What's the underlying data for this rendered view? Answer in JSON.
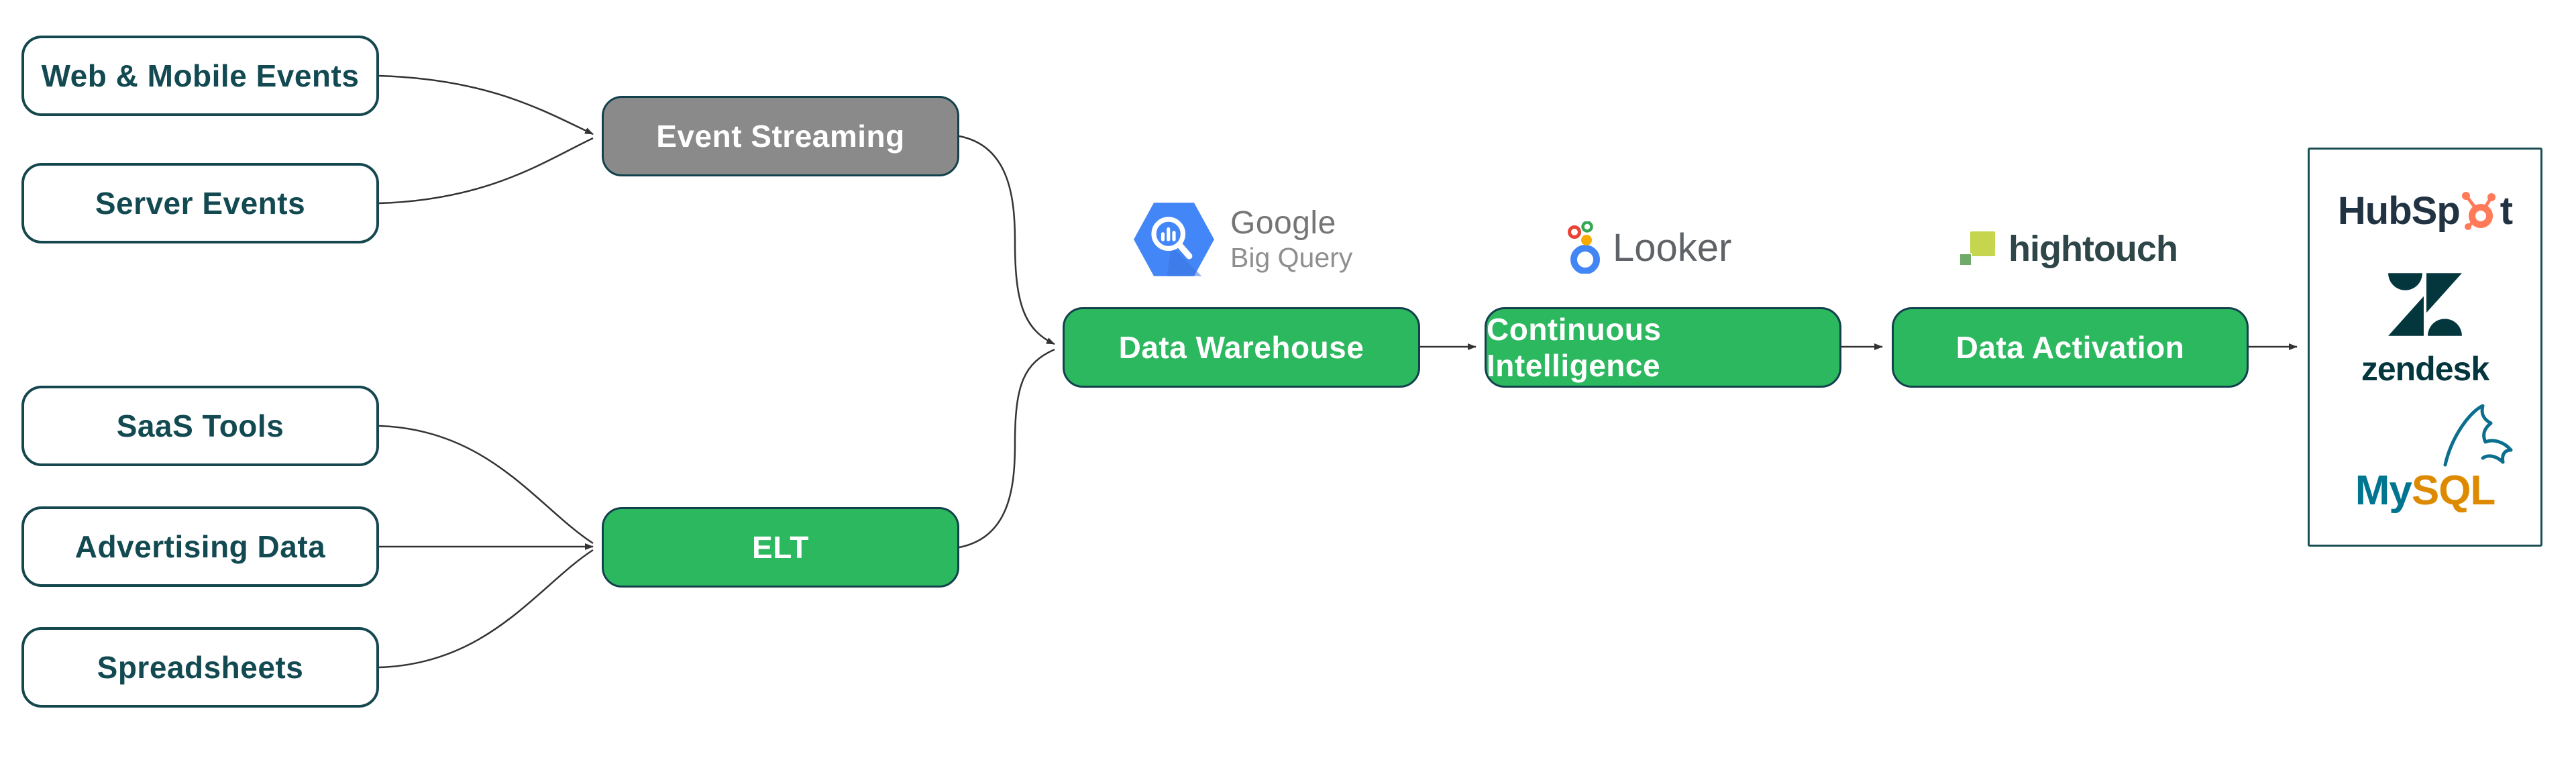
{
  "sources": {
    "events": [
      {
        "label": "Web & Mobile Events"
      },
      {
        "label": "Server Events"
      }
    ],
    "batch": [
      {
        "label": "SaaS Tools"
      },
      {
        "label": "Advertising Data"
      },
      {
        "label": "Spreadsheets"
      }
    ]
  },
  "ingestion": {
    "event_streaming": {
      "label": "Event Streaming"
    },
    "elt": {
      "label": "ELT"
    }
  },
  "pipeline": {
    "data_warehouse": {
      "label": "Data Warehouse"
    },
    "continuous_intelligence": {
      "label": "Continuous Intelligence"
    },
    "data_activation": {
      "label": "Data Activation"
    }
  },
  "logos": {
    "bigquery": {
      "line1": "Google",
      "line2": "Big Query"
    },
    "looker": {
      "text": "Looker"
    },
    "hightouch": {
      "text": "hightouch"
    },
    "hubspot": {
      "prefix": "HubSp",
      "suffix": "t"
    },
    "zendesk": {
      "text": "zendesk"
    },
    "mysql": {
      "prefix": "My",
      "suffix": "SQL"
    }
  },
  "colors": {
    "green": "#2CB85F",
    "gray": "#8A8A8A",
    "teal_border": "#15474E",
    "text_dark": "#134A52",
    "connector_line": "#333333",
    "bigquery_blue": "#4386F7",
    "google_gray": "#757575",
    "looker_gray": "#5F6368",
    "looker_blue": "#4285F4",
    "looker_red": "#EA4335",
    "looker_yellow": "#F9AB00",
    "looker_green": "#34A853",
    "hightouch_lime": "#C5D54E",
    "hightouch_green": "#70AA68",
    "hightouch_dark": "#2F4649",
    "hubspot_navy": "#213343",
    "hubspot_orange": "#FF7A59",
    "zendesk_teal": "#03363D",
    "mysql_blue": "#00758F",
    "mysql_orange": "#DE8A00"
  }
}
